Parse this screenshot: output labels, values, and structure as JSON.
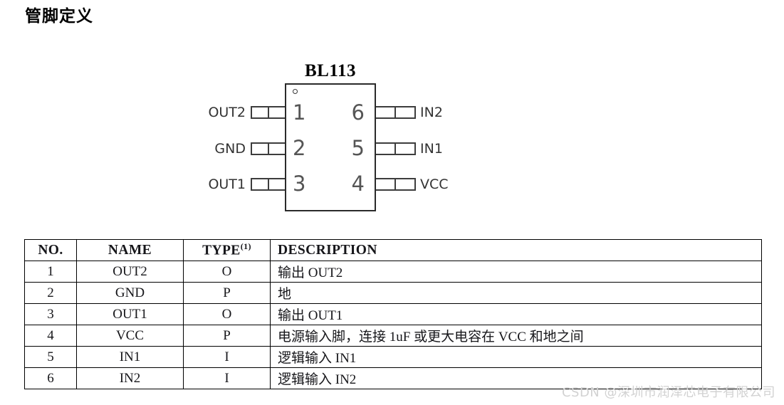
{
  "page": {
    "title": "管脚定义"
  },
  "diagram": {
    "chip_name": "BL113",
    "pin1_marker": "pin-1-dot",
    "left_pins": [
      {
        "number": "1",
        "label": "OUT2"
      },
      {
        "number": "2",
        "label": "GND"
      },
      {
        "number": "3",
        "label": "OUT1"
      }
    ],
    "right_pins": [
      {
        "number": "6",
        "label": "IN2"
      },
      {
        "number": "5",
        "label": "IN1"
      },
      {
        "number": "4",
        "label": "VCC"
      }
    ]
  },
  "table": {
    "headers": {
      "no": "NO.",
      "name": "NAME",
      "type": "TYPE",
      "type_sup": "(1)",
      "description": "DESCRIPTION"
    },
    "rows": [
      {
        "no": "1",
        "name": "OUT2",
        "type": "O",
        "description": "输出 OUT2"
      },
      {
        "no": "2",
        "name": "GND",
        "type": "P",
        "description": "地"
      },
      {
        "no": "3",
        "name": "OUT1",
        "type": "O",
        "description": "输出 OUT1"
      },
      {
        "no": "4",
        "name": "VCC",
        "type": "P",
        "description": "电源输入脚，连接 1uF 或更大电容在 VCC 和地之间"
      },
      {
        "no": "5",
        "name": "IN1",
        "type": "I",
        "description": "逻辑输入 IN1"
      },
      {
        "no": "6",
        "name": "IN2",
        "type": "I",
        "description": "逻辑输入 IN2"
      }
    ]
  },
  "watermark": {
    "text": "CSDN @深圳市润泽芯电子有限公司"
  }
}
